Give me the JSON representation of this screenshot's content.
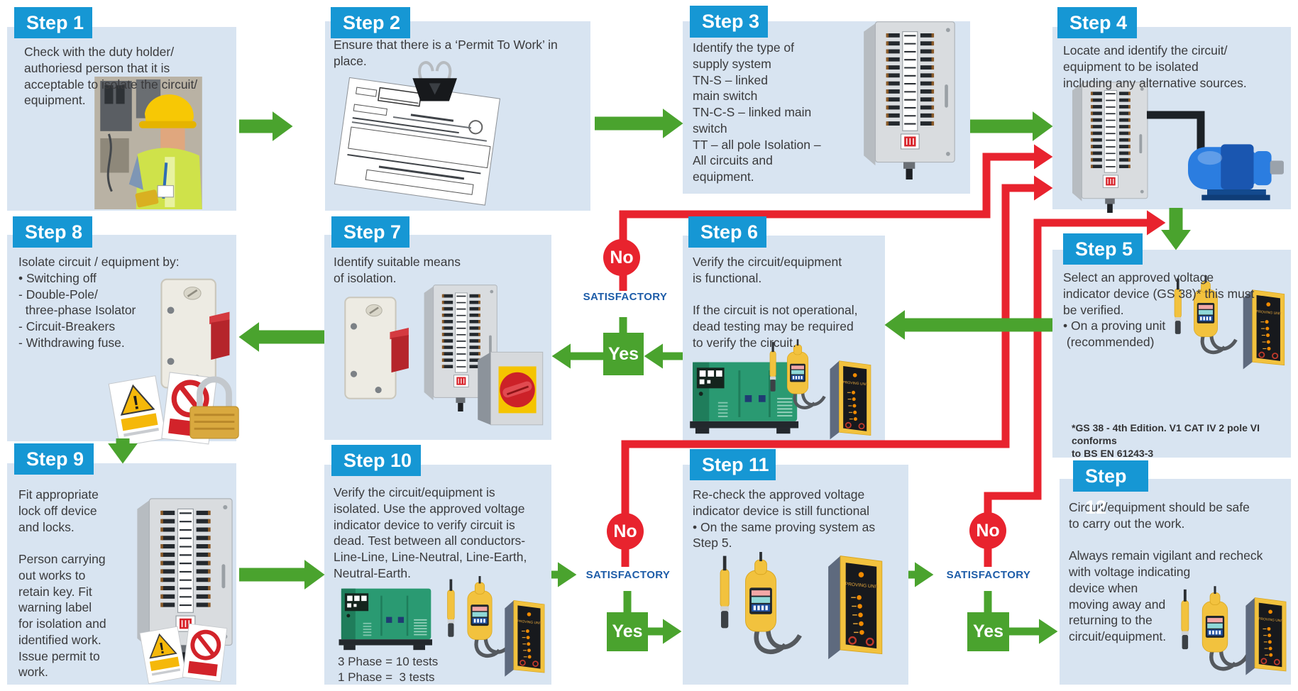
{
  "palette": {
    "box_bg": "#D8E4F1",
    "step_header_bg": "#1697D4",
    "step_header_text": "#FFFFFF",
    "body_text": "#3A3A3C",
    "arrow_green": "#4AA32E",
    "arrow_red": "#E8232E",
    "satisfactory_blue": "#1D5CA8"
  },
  "steps": [
    {
      "label": "Step 1",
      "text": "Check with the duty holder/\nauthoriesd person that it is\nacceptable to isolate the circuit/\nequipment."
    },
    {
      "label": "Step 2",
      "text": "Ensure that there is a ‘Permit To Work’ in\nplace."
    },
    {
      "label": "Step 3",
      "text": "Identify the type of\nsupply system\nTN-S – linked\nmain switch\nTN-C-S – linked main\nswitch\nTT – all pole Isolation –\nAll circuits and\nequipment."
    },
    {
      "label": "Step 4",
      "text": "Locate and identify the circuit/\nequipment to be isolated\nincluding any alternative sources."
    },
    {
      "label": "Step 5",
      "text": "Select an approved voltage\nindicator device (GS 38)* this must\nbe verified.\n• On a proving unit\n (recommended)",
      "footnote": "*GS 38 - 4th Edition. V1 CAT IV 2 pole VI conforms\nto BS EN 61243-3"
    },
    {
      "label": "Step 6",
      "text": "Verify the circuit/equipment\nis functional.\n\nIf the circuit is not operational,\ndead testing may be required\nto verify the circuit."
    },
    {
      "label": "Step 7",
      "text": "Identify suitable means\nof isolation."
    },
    {
      "label": "Step 8",
      "text": "Isolate circuit / equipment by:\n• Switching off\n- Double-Pole/\n  three-phase Isolator\n- Circuit-Breakers\n- Withdrawing fuse."
    },
    {
      "label": "Step 9",
      "text": "Fit appropriate\nlock off device\nand locks.\n\nPerson carrying\nout works to\nretain key. Fit\nwarning label\nfor isolation and\nidentified work.\nIssue permit to\nwork."
    },
    {
      "label": "Step 10",
      "text": "Verify the circuit/equipment is\nisolated. Use the approved voltage\nindicator device to verify circuit is\ndead. Test between all conductors-\nLine-Line, Line-Neutral, Line-Earth,\nNeutral-Earth.",
      "tests": "3 Phase = 10 tests\n1 Phase =  3 tests"
    },
    {
      "label": "Step 11",
      "text": "Re-check the approved voltage\nindicator device is still functional\n• On the same proving system as\nStep 5."
    },
    {
      "label": "Step 12",
      "text": "Circuit/equipment should be safe\nto carry out the work.\n\nAlways remain vigilant and recheck\nwith voltage indicating\ndevice when\nmoving away and\nreturning to the\ncircuit/equipment."
    }
  ],
  "junctions": [
    {
      "no": "No",
      "question": "SATISFACTORY",
      "yes": "Yes"
    },
    {
      "no": "No",
      "question": "SATISFACTORY",
      "yes": "Yes"
    },
    {
      "no": "No",
      "question": "SATISFACTORY",
      "yes": "Yes"
    }
  ]
}
